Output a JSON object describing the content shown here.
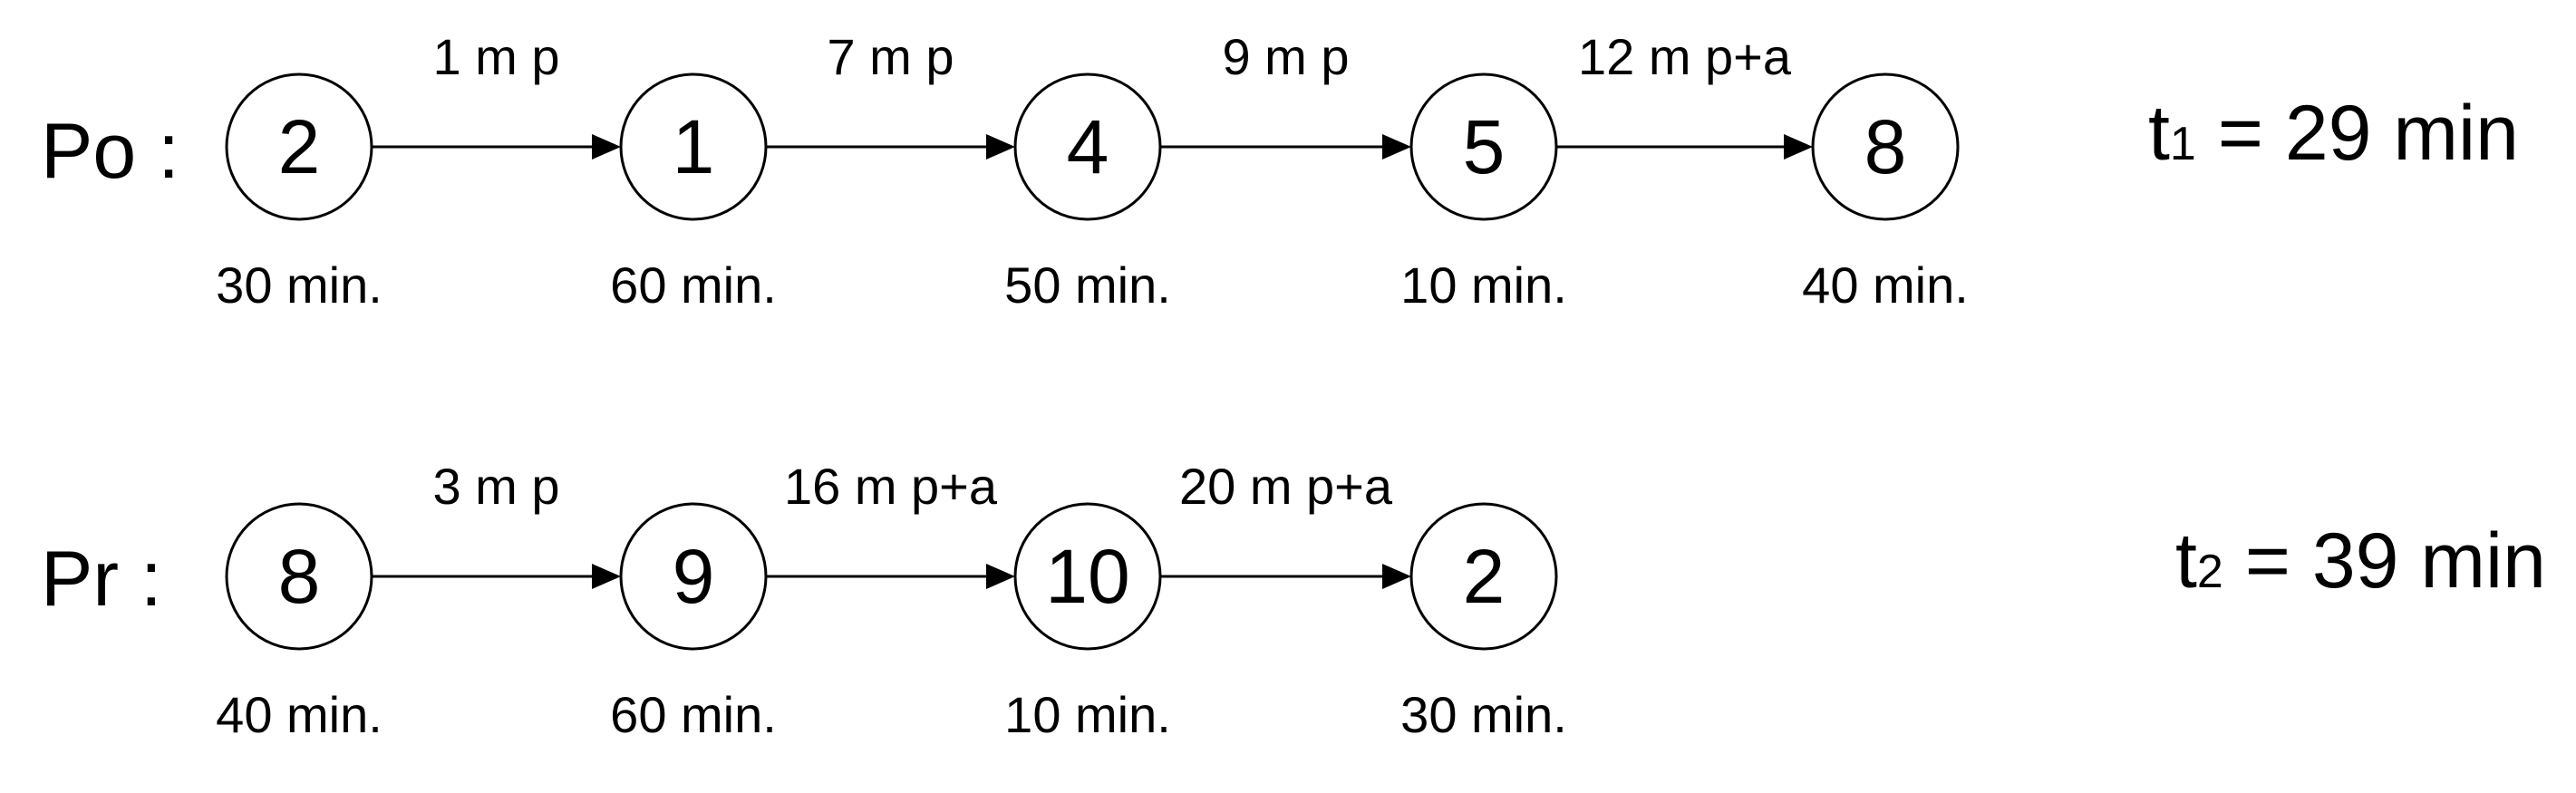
{
  "rows": [
    {
      "label": "Po :",
      "total": {
        "prefix": "t",
        "sub": "1",
        "suffix": " = 29 min"
      },
      "nodes": [
        {
          "id": "2",
          "time": "30 min."
        },
        {
          "id": "1",
          "time": "60 min."
        },
        {
          "id": "4",
          "time": "50 min."
        },
        {
          "id": "5",
          "time": "10 min."
        },
        {
          "id": "8",
          "time": "40 min."
        }
      ],
      "edges": [
        {
          "label": "1 m p"
        },
        {
          "label": "7 m p"
        },
        {
          "label": "9 m p"
        },
        {
          "label": "12 m p+a"
        }
      ]
    },
    {
      "label": "Pr :",
      "total": {
        "prefix": "t",
        "sub": "2",
        "suffix": " = 39 min"
      },
      "nodes": [
        {
          "id": "8",
          "time": "40 min."
        },
        {
          "id": "9",
          "time": "60 min."
        },
        {
          "id": "10",
          "time": "10 min."
        },
        {
          "id": "2",
          "time": "30 min."
        }
      ],
      "edges": [
        {
          "label": "3 m p"
        },
        {
          "label": "16 m p+a"
        },
        {
          "label": "20 m p+a"
        }
      ]
    }
  ],
  "colors": {
    "stroke": "#000000",
    "background": "#ffffff"
  }
}
